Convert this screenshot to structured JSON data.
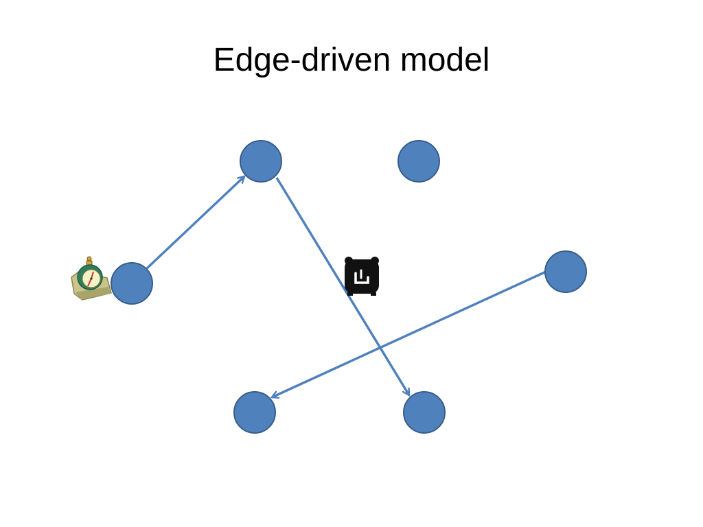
{
  "slide": {
    "title": "Edge-driven model"
  },
  "graph": {
    "node_fill": "#4f81bd",
    "node_stroke": "#385d8a",
    "edge_color": "#4f81bd",
    "nodes": [
      {
        "id": "top-left"
      },
      {
        "id": "top-right"
      },
      {
        "id": "mid-left"
      },
      {
        "id": "mid-right"
      },
      {
        "id": "bottom-left"
      },
      {
        "id": "bottom-right"
      }
    ],
    "edges": [
      {
        "from": "mid-left",
        "to": "top-left"
      },
      {
        "from": "top-left",
        "to": "bottom-right"
      },
      {
        "from": "mid-right",
        "to": "bottom-left"
      }
    ]
  },
  "icons": {
    "timer": "stopwatch-clock-icon",
    "alarm": "alarm-clock-icon"
  }
}
